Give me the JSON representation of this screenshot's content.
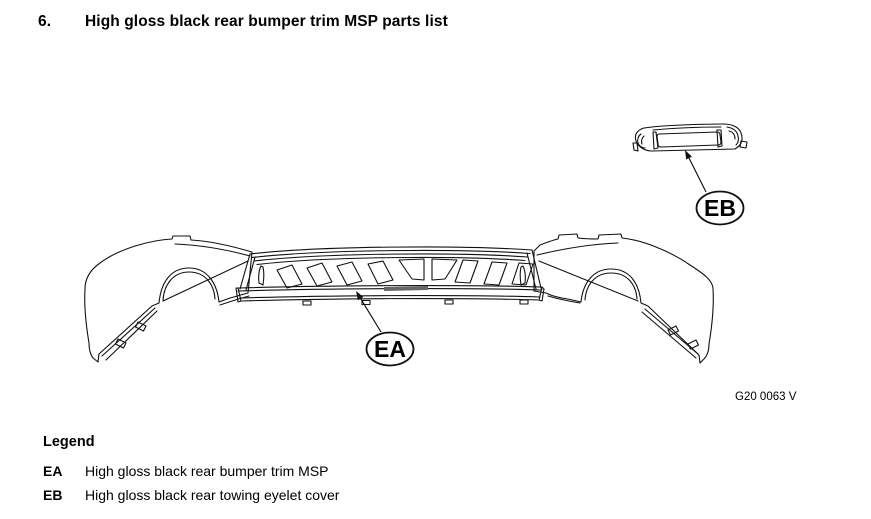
{
  "colors": {
    "ink": "#000000",
    "paper": "#ffffff"
  },
  "heading": {
    "number": "6.",
    "title": "High gloss black rear bumper trim MSP parts list"
  },
  "figure": {
    "code": "G20 0063 V",
    "callouts": {
      "ea": "EA",
      "eb": "EB"
    }
  },
  "legend": {
    "title": "Legend",
    "items": [
      {
        "code": "EA",
        "description": "High gloss black rear bumper trim MSP"
      },
      {
        "code": "EB",
        "description": "High gloss black rear towing eyelet cover"
      }
    ]
  }
}
